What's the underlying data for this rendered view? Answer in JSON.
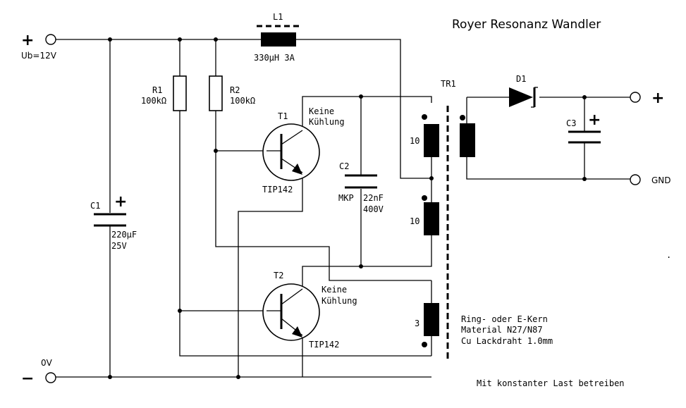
{
  "title": "Royer Resonanz Wandler",
  "supply": {
    "plus_sign": "+",
    "minus_sign": "−",
    "voltage_label": "Ub=12V",
    "ground_label": "0V"
  },
  "output": {
    "plus_sign": "+",
    "gnd_label": "GND"
  },
  "components": {
    "L1": {
      "name": "L1",
      "value": "330µH  3A"
    },
    "R1": {
      "name": "R1",
      "value": "100kΩ"
    },
    "R2": {
      "name": "R2",
      "value": "100kΩ"
    },
    "T1": {
      "name": "T1",
      "type": "TIP142",
      "note_line1": "Keine",
      "note_line2": "Kühlung"
    },
    "T2": {
      "name": "T2",
      "type": "TIP142",
      "note_line1": "Keine",
      "note_line2": "Kühlung"
    },
    "C1": {
      "name": "C1",
      "value_line1": "220µF",
      "value_line2": "25V",
      "polarity": "+"
    },
    "C2": {
      "name": "C2",
      "dielectric": "MKP",
      "value_line1": "22nF",
      "value_line2": "400V"
    },
    "C3": {
      "name": "C3",
      "polarity": "+"
    },
    "D1": {
      "name": "D1"
    },
    "TR1": {
      "name": "TR1",
      "winding_upper": "10",
      "winding_lower": "10",
      "winding_feedback": "3",
      "notes": [
        "Ring- oder E-Kern",
        "Material N27/N87",
        "Cu Lackdraht 1.0mm"
      ]
    }
  },
  "footer_note": "Mit konstanter Last betreiben",
  "stray_mark": "."
}
